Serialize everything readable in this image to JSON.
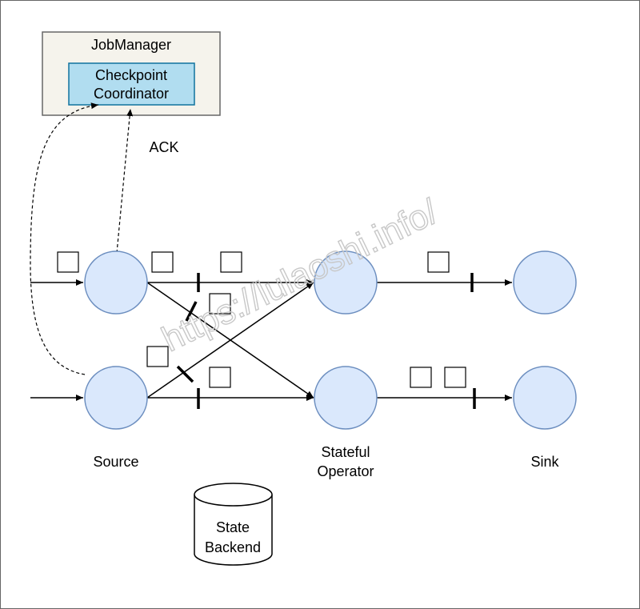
{
  "jobmanager": {
    "title": "JobManager",
    "coordinator_line1": "Checkpoint",
    "coordinator_line2": "Coordinator"
  },
  "ack_label": "ACK",
  "labels": {
    "source": "Source",
    "stateful_line1": "Stateful",
    "stateful_line2": "Operator",
    "sink": "Sink"
  },
  "state_backend": {
    "line1": "State",
    "line2": "Backend"
  },
  "watermark": "https://lulaoshi.info/",
  "colors": {
    "node_fill": "#dae8fc",
    "node_stroke": "#6c8ebf",
    "jobmanager_fill": "#f5f3ec",
    "coordinator_fill": "#b1ddf0",
    "coordinator_stroke": "#10739e",
    "line": "#000000"
  }
}
